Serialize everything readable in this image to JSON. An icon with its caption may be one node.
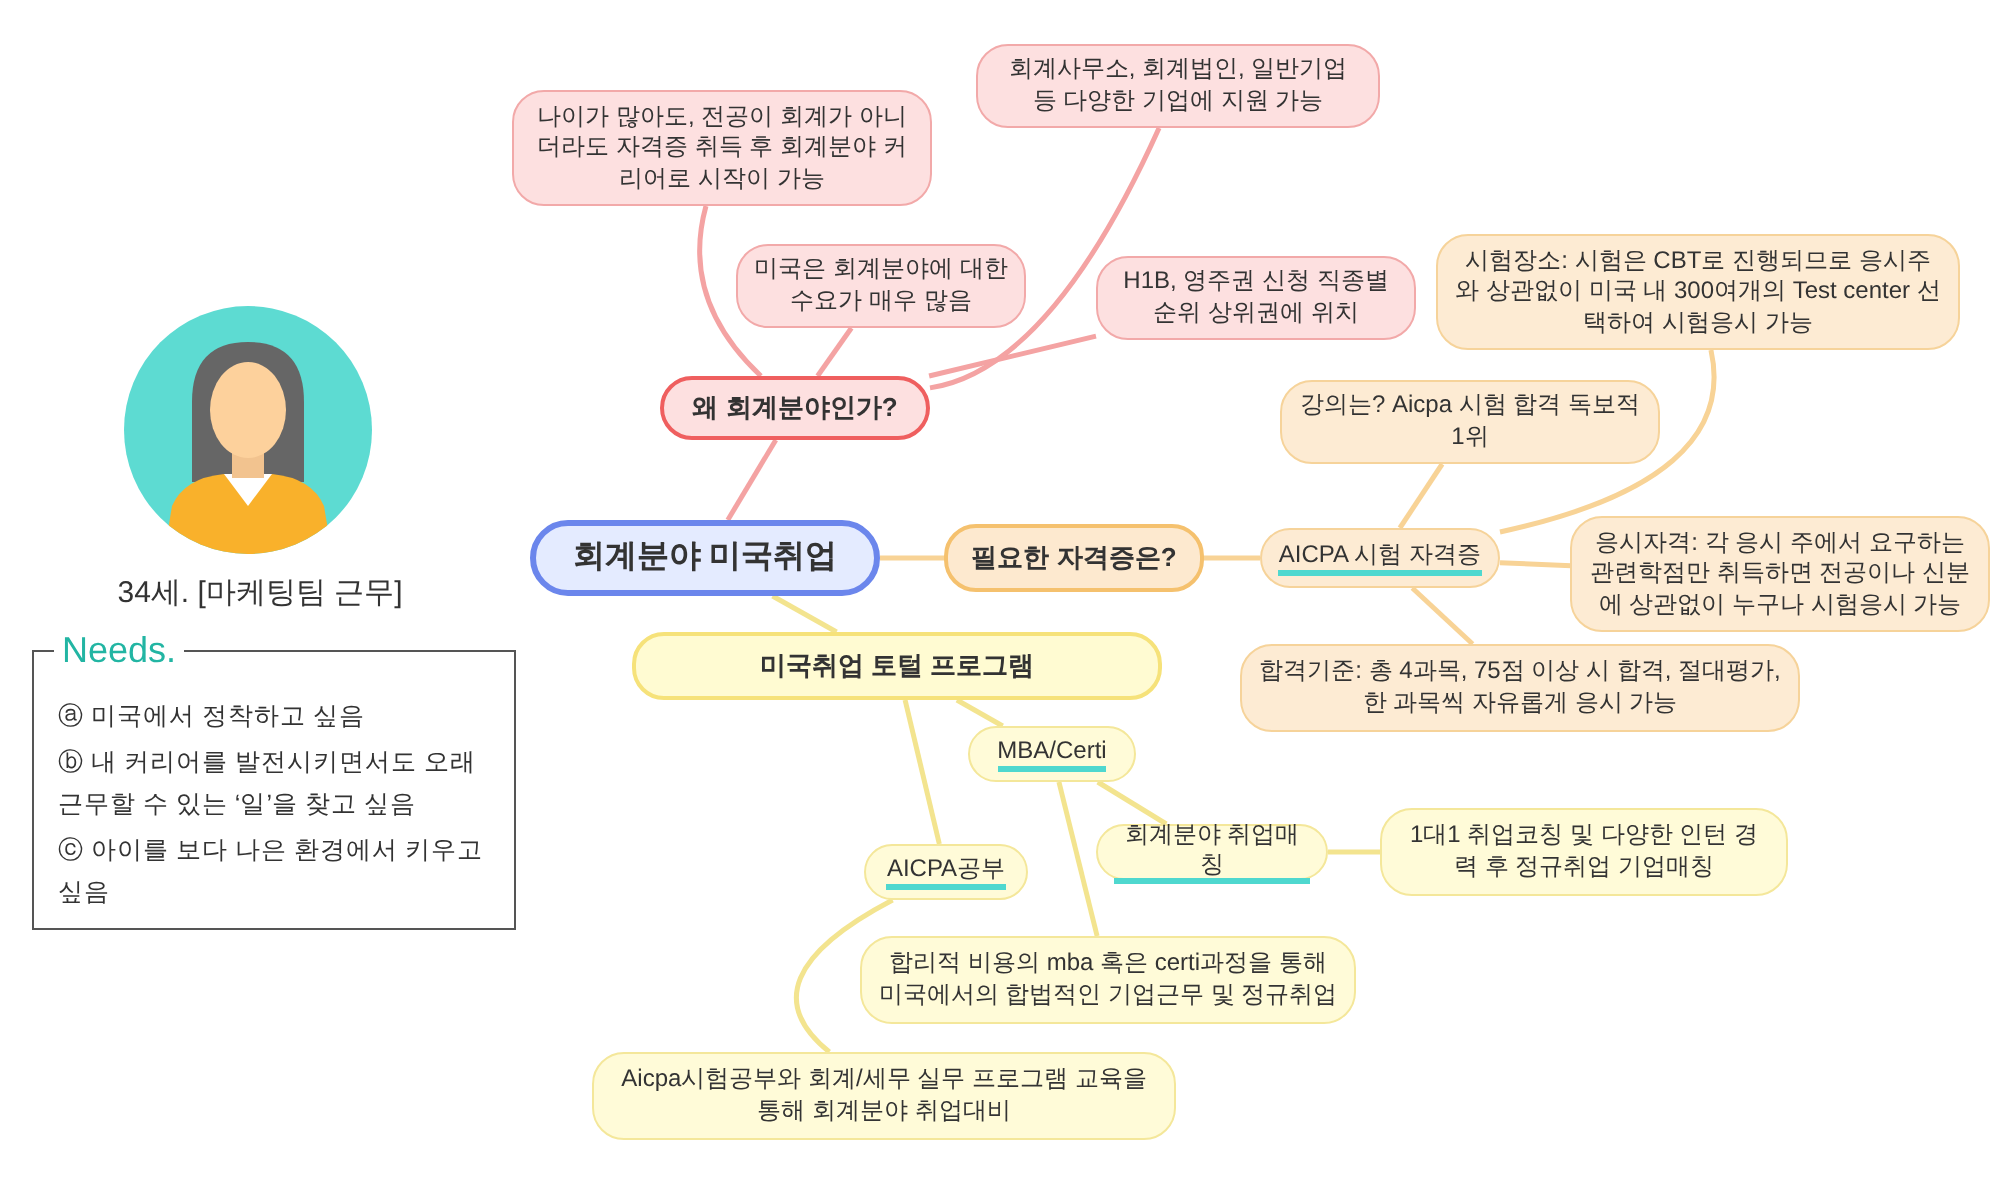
{
  "diagram": {
    "nodes": [
      {
        "text": [
          "회계분야 미국취업"
        ]
      },
      {
        "text": [
          "왜 회계분야인가?"
        ]
      },
      {
        "text": [
          "나이가 많아도, 전공이 회계가 아니더라도 자격증 취득 후 회계분야 커리어로 시작이 가능"
        ]
      },
      {
        "text": [
          "회계사무소, 회계법인, 일반기업 등 다양한 기업에 지원 가능"
        ]
      },
      {
        "text": [
          "미국은 회계분야에 대한 수요가 매우 많음"
        ]
      },
      {
        "text": [
          "H1B, 영주권 신청 직종별 순위 상위권에 위치"
        ]
      },
      {
        "text": [
          "필요한 자격증은?"
        ]
      },
      {
        "text": [
          "AICPA 시험 자격증"
        ]
      },
      {
        "text": [
          "시험장소: 시험은 CBT로 진행되므로 응시주와 상관없이 미국 내 300여개의 Test center 선택하여 시험응시 가능"
        ]
      },
      {
        "text": [
          "강의는? Aicpa 시험 합격 독보적 1위"
        ]
      },
      {
        "text": [
          "응시자격: 각 응시 주에서 요구하는 관련학점만 취득하면 전공이나 신분에 상관없이 누구나 시험응시 가능"
        ]
      },
      {
        "text": [
          "합격기준: 총 4과목, 75점 이상 시 합격, 절대평가, 한 과목씩 자유롭게 응시 가능"
        ]
      },
      {
        "text": [
          "미국취업 토털 프로그램"
        ]
      },
      {
        "text": [
          "MBA/Certi"
        ]
      },
      {
        "text": [
          "회계분야 취업매칭"
        ]
      },
      {
        "text": [
          "1대1 취업코칭 및 다양한 인턴 경력 후 정규취업 기업매칭"
        ]
      },
      {
        "text": [
          "AICPA공부"
        ]
      },
      {
        "text": [
          "합리적 비용의 mba 혹은 certi과정을 통해 미국에서의 합법적인 기업근무 및 정규취업"
        ]
      },
      {
        "text": [
          "Aicpa시험공부와 회계/세무 실무 프로그램 교육을 통해 회계분야 취업대비"
        ]
      },
      {
        "text": [
          "Needs.",
          "ⓐ 미국에서 정착하고 싶음",
          "ⓑ 내 커리어를 발전시키면서도 오래 근무할 수 있는 ‘일’을 찾고 싶음",
          "ⓒ 아이를 보다 나은 환경에서 키우고 싶음"
        ]
      }
    ],
    "edges": [
      {
        "from": 0,
        "to": 1,
        "arrow": "none",
        "color": "#f4a3a3"
      },
      {
        "from": 1,
        "to": 2,
        "arrow": "none",
        "color": "#f4a3a3"
      },
      {
        "from": 1,
        "to": 4,
        "arrow": "none",
        "color": "#f4a3a3"
      },
      {
        "from": 1,
        "to": 3,
        "arrow": "none",
        "color": "#f4a3a3"
      },
      {
        "from": 1,
        "to": 5,
        "arrow": "none",
        "color": "#f4a3a3"
      },
      {
        "from": 0,
        "to": 6,
        "arrow": "none",
        "color": "#f8d396"
      },
      {
        "from": 6,
        "to": 7,
        "arrow": "none",
        "color": "#f8d396"
      },
      {
        "from": 7,
        "to": 9,
        "arrow": "none",
        "color": "#f8d396"
      },
      {
        "from": 7,
        "to": 8,
        "arrow": "none",
        "color": "#f8d396"
      },
      {
        "from": 7,
        "to": 10,
        "arrow": "none",
        "color": "#f8d396"
      },
      {
        "from": 7,
        "to": 11,
        "arrow": "none",
        "color": "#f8d396"
      },
      {
        "from": 0,
        "to": 12,
        "arrow": "none"
      },
      {
        "from": 12,
        "to": 13,
        "arrow": "none"
      },
      {
        "from": 13,
        "to": 14,
        "arrow": "none"
      },
      {
        "from": 14,
        "to": 15,
        "arrow": "none"
      },
      {
        "from": 12,
        "to": 16,
        "arrow": "none"
      },
      {
        "from": 13,
        "to": 17,
        "arrow": "none"
      },
      {
        "from": 16,
        "to": 18,
        "arrow": "none"
      }
    ],
    "labels": [
      "34세. [마케팅팀 근무]"
    ]
  }
}
